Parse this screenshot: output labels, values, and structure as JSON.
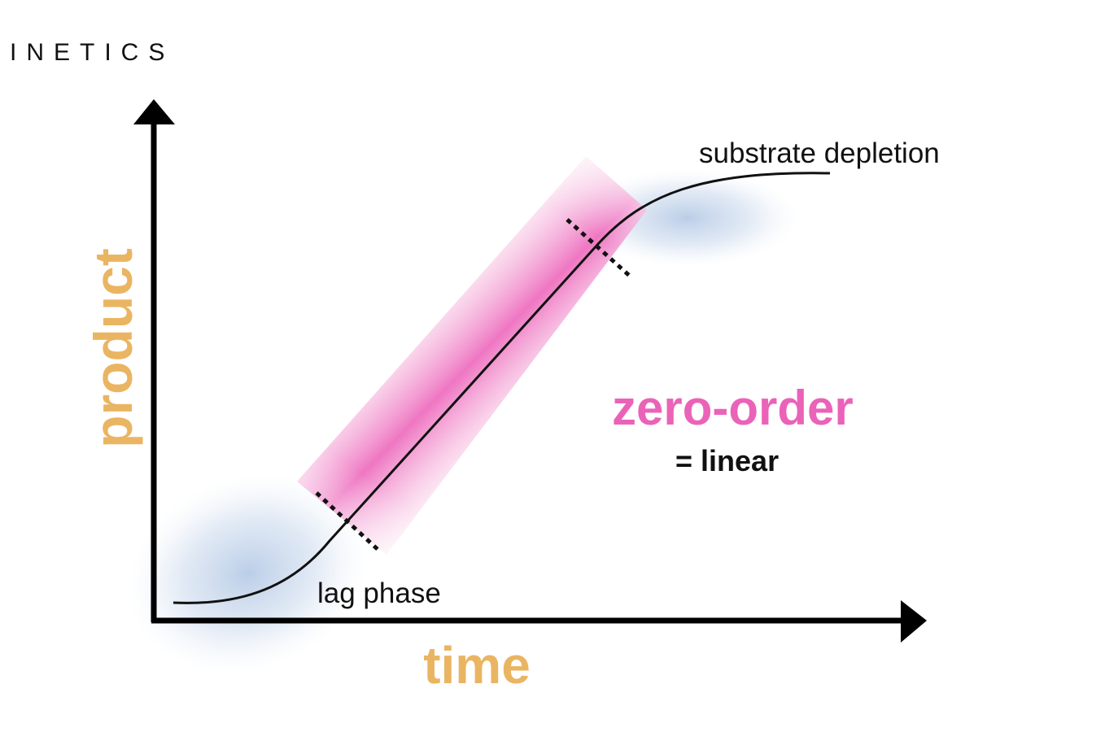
{
  "header": {
    "title": "INETICS"
  },
  "diagram": {
    "axes": {
      "y_label": "product",
      "x_label": "time"
    },
    "annotations": {
      "plateau": "substrate depletion",
      "lag": "lag phase",
      "linear_title": "zero-order",
      "linear_subtitle": "= linear"
    },
    "colors": {
      "axis_label": "#eab562",
      "zero_order": "#ea63b8",
      "highlight_pink": "#ea5fb5",
      "highlight_blue": "#a9c3e4",
      "curve": "#111111"
    }
  }
}
